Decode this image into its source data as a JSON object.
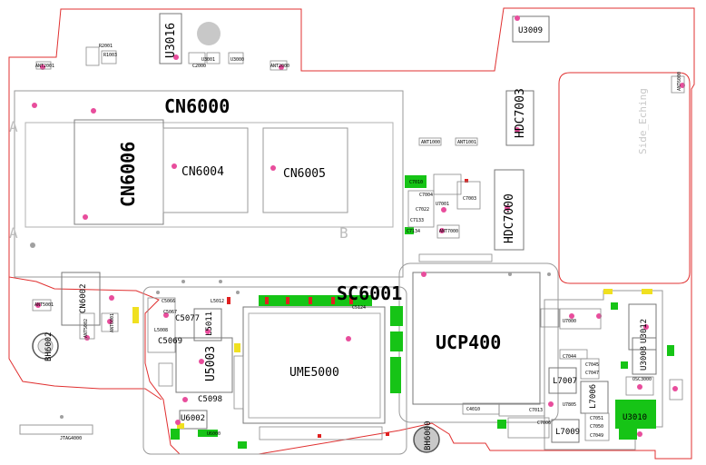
{
  "labels": {
    "cn6000": "CN6000",
    "cn6006": "CN6006",
    "cn6004": "CN6004",
    "cn6005": "CN6005",
    "sc6001": "SC6001",
    "ucp400": "UCP400",
    "ume5000": "UME5000",
    "u3016": "U3016",
    "u3009": "U3009",
    "hdc7003": "HDC7003",
    "hdc7000": "HDC7000",
    "side_eching": "Side_Eching",
    "cn6002": "CN6002",
    "bh6002": "BH6002",
    "bh6000": "BH6000",
    "u5003": "U5003",
    "l5011": "L5011",
    "c5077": "C5077",
    "c5069": "C5069",
    "l5008": "L5008",
    "c5098": "C5098",
    "u6002": "U6002",
    "u6000": "U6000",
    "jtag4000": "JTAG4000",
    "u3012": "U3012",
    "u3008": "U3008",
    "u3010": "U3010",
    "l7006": "L7006",
    "l7007": "L7007",
    "l7009": "L7009",
    "c7044": "C7044",
    "c7010": "C7010",
    "u7001": "U7001",
    "u7805": "U7805",
    "mark_a_top": "A",
    "mark_a_bottom": "A",
    "mark_b": "B"
  },
  "tiny": {
    "ant1": "ANT2001",
    "ant2": "ANT2000",
    "ant3": "ANT1000",
    "ant4": "ANT1001",
    "ant5": "ANT7000",
    "ant6": "ANT5001",
    "ant7": "ANT5002",
    "ant8": "ANT6001",
    "ant9": "ANT6000",
    "c7004": "C7004",
    "c7003": "C7003",
    "c7022": "C7022",
    "c7133": "C7133",
    "c7134": "C7134",
    "c5124": "C5124",
    "c5067": "C5067",
    "c5066": "C5066",
    "c4010": "C4010",
    "c7044b": "C7044",
    "c7045": "C7045",
    "c7047": "C7047",
    "c7051": "C7051",
    "c7050": "C7050",
    "c7049": "C7049",
    "c7013": "C7013",
    "c7006": "C7006",
    "osc3000": "OSC3000",
    "u3000": "U3000",
    "u3001": "U3001",
    "r2001": "R2001",
    "r1003": "R1003",
    "c2000": "C2000",
    "u7000": "U7000",
    "l5012": "L5012"
  },
  "colors": {
    "outline": "#e03030",
    "pad": "#16c416",
    "hole": "#e84d9c",
    "silk": "#9a9a9a",
    "yellow": "#f0e020",
    "red": "#e02020"
  }
}
